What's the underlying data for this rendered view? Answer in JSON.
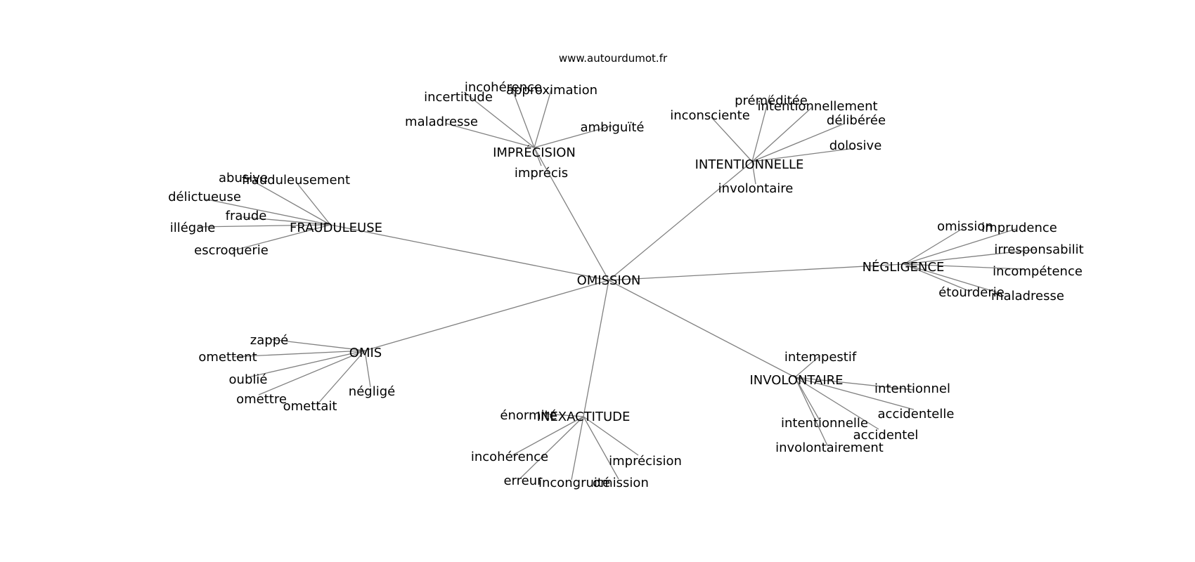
{
  "site": "www.autourdumot.fr",
  "center": "OMISSION",
  "groups": [
    {
      "label": "IMPRÉCISION",
      "words": [
        "incohérence",
        "approximation",
        "incertitude",
        "maladresse",
        "ambiguïté",
        "imprécis"
      ]
    },
    {
      "label": "INTENTIONNELLE",
      "words": [
        "préméditée",
        "intentionnellement",
        "inconsciente",
        "délibérée",
        "dolosive",
        "involontaire"
      ]
    },
    {
      "label": "FRAUDULEUSE",
      "words": [
        "abusive",
        "frauduleusement",
        "délictueuse",
        "fraude",
        "illégale",
        "escroquerie"
      ]
    },
    {
      "label": "NÉGLIGENCE",
      "words": [
        "omission",
        "imprudence",
        "irresponsabilit",
        "incompétence",
        "étourderie",
        "maladresse"
      ]
    },
    {
      "label": "OMIS",
      "words": [
        "zappé",
        "omettent",
        "oublié",
        "omettre",
        "omettait",
        "négligé"
      ]
    },
    {
      "label": "INVOLONTAIRE",
      "words": [
        "intempestif",
        "intentionnel",
        "accidentelle",
        "intentionnelle",
        "accidentel",
        "involontairement"
      ]
    },
    {
      "label": "INEXACTITUDE",
      "words": [
        "énormité",
        "incohérence",
        "imprécision",
        "erreur",
        "incongruité",
        "omission"
      ]
    }
  ]
}
